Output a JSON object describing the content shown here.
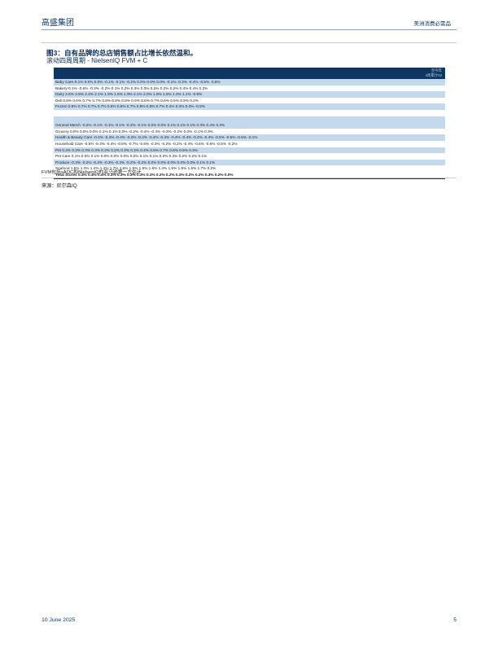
{
  "header": {
    "company": "高盛集团",
    "section": "美洲消费必需品"
  },
  "figure": {
    "title": "图3：自有品牌的总店销售额占比增长依然温和。",
    "subtitle": "滚动四周周期 - NielsenIQ FVM + C",
    "column_header_line1": "至今年",
    "column_header_line2": "4周累计03",
    "rows_group1": [
      "Baby Care-0.1% 0.0% 0.0% -0.1% -0.1% -0.2% 0.0% 0.0% 0.0% -0.1% -0.3% -0.4% -0.5% -0.5%",
      "Bakery-0.1% -0.6% -0.3% -0.2% 0.1% 0.2% 0.3% 0.3% 0.2% 0.2% 0.2% 0.4% 0.4% 0.2%",
      "Dairy 2.6% 2.6% 2.4% 2.1% 1.9% 1.6% 1.9% 2.1% 2.0% 1.9% 1.5% 1.3% 1.1% -0.9%",
      "Deli 0.8% 0.6% 0.7% 0.7% 0.8% 0.8% 0.8% 0.6% 0.6% 0.7% 0.6% 0.6% 0.9% 0.2%",
      "Frozen 0.6% 0.7% 0.7% 0.7% 0.6% 0.6% 0.7% 0.8% 0.8% 0.7% 0.4% 0.3% 0.3% -0.5%"
    ],
    "rows_group2": [
      "General Merch -0.2% -0.1% -0.1% -0.1% -0.2% -0.1% 0.0% 0.0% 0.1% 0.1% 0.1% 0.3% 0.4% 0.3%",
      "Grocery 0.0% 0.0% 0.0% 0.1% 0.1% 0.0% -0.2% -0.4% -0.4% -0.3% -0.2% 0.0% -0.1% 0.3%",
      "Health & Beauty Care -0.4% -0.4% -0.4% -0.4% -0.4% -0.4% -0.4% -0.4% -0.4% -0.4% -0.4% -0.5% -0.5% -0.5% -0.1%",
      "Household Care -0.5% -0.4% -0.4% -0.6% -0.7% -0.6% -0.3% -0.2% -0.2% -0.4% -0.6% -0.6% -0.5% -0.2%",
      "Pet 0.4% 0.3% 0.3% 0.3% 0.2% 0.2% 0.3% 0.3% 0.4% 0.6% 0.7% 0.6% 0.6% 0.4%",
      "Pet Care 0.1% 0.0% 0.1% 0.0% 0.0% 0.0% 0.0% 0.1% 0.1% 0.2% 0.2% 0.2% 0.2% 0.1%",
      "Produce -0.3% -0.2% -0.2% -0.3% -0.3% -0.2% -0.2% 0.0% 0.0% 0.0% 0.0% 0.0% 0.1% 0.1%",
      "Seafood 1.5% 1.3% 1.4% 1.4% 1.7% 1.6% 1.6% 1.6% 1.6% 1.4% 1.5% 1.5% 1.6% 1.7% 0.2%"
    ],
    "total_row": "Total Stores 0.4% 0.4% 0.4% 0.3% 0.3% 0.3% 0.3% 0.3% 0.2% 0.2% 0.2% 0.2% 0.2% 0.3% 0.2% 0.0%",
    "note": "FVM包括xAOC和NielsenIQ的亚马逊第一方估计"
  },
  "source": "来源：尼尔森IQ",
  "footer": {
    "date": "10 June 2025",
    "page": "5"
  }
}
